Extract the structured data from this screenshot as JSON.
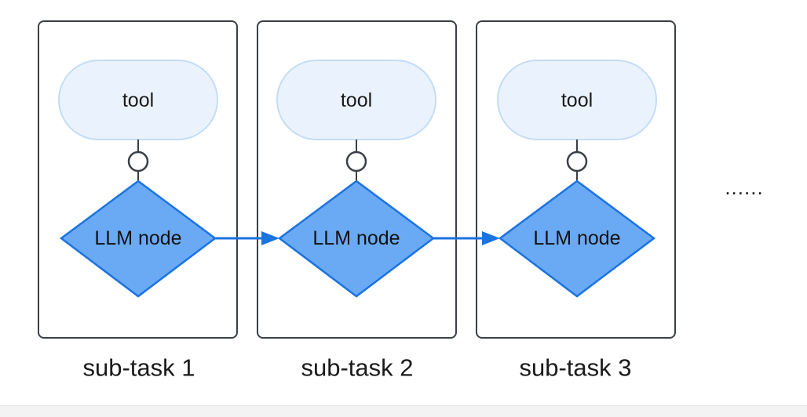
{
  "stages": [
    {
      "tool_label": "tool",
      "llm_label": "LLM node",
      "caption": "sub-task 1"
    },
    {
      "tool_label": "tool",
      "llm_label": "LLM node",
      "caption": "sub-task 2"
    },
    {
      "tool_label": "tool",
      "llm_label": "LLM node",
      "caption": "sub-task 3"
    }
  ],
  "continuation": "......",
  "colors": {
    "frame_border": "#3b3f45",
    "tool_fill": "#eaf3fd",
    "tool_border": "#c4dcf6",
    "llm_fill": "#6aaaf5",
    "llm_border": "#1b73e0",
    "flow_arrow": "#1b73e0"
  }
}
